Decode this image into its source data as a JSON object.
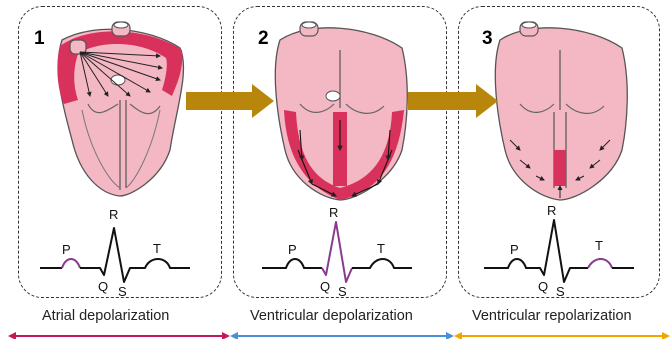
{
  "panels": [
    {
      "number": "1",
      "caption": "Atrial depolarization"
    },
    {
      "number": "2",
      "caption": "Ventricular depolarization"
    },
    {
      "number": "3",
      "caption": "Ventricular repolarization"
    }
  ],
  "ecg_labels": {
    "p": "P",
    "q": "Q",
    "r": "R",
    "s": "S",
    "t": "T"
  },
  "colors": {
    "heart_fill": "#f4b8c4",
    "heart_active": "#d8315b",
    "ecg_highlight": "#8a3a8f",
    "arrow": "#b8860b",
    "timeline_pink": "#c2185b",
    "timeline_blue": "#4a90d9",
    "timeline_gold": "#f0a500"
  }
}
